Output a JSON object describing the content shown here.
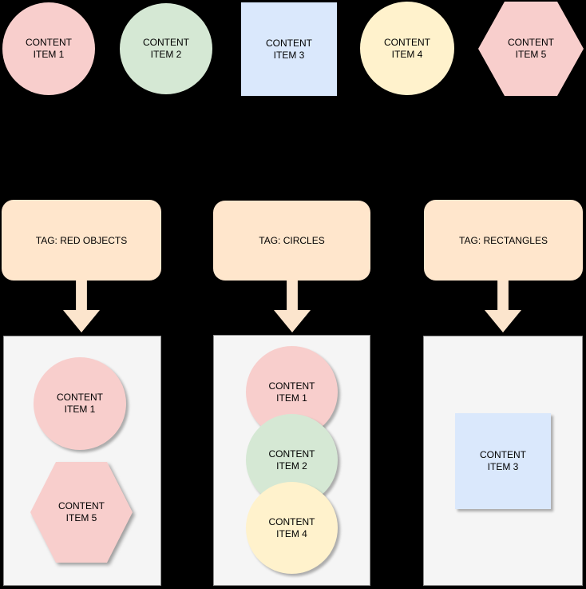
{
  "canvas": {
    "background": "#000000",
    "description": "Tagging diagram: five content items mapped into three tag groups"
  },
  "colors": {
    "pink": "#f8cecc",
    "green": "#d5e8d4",
    "blue": "#dae8fc",
    "yellow": "#fff2cc",
    "peach_tag": "#ffe6cc",
    "peach_arrow": "#fce5cd",
    "group_bg": "#f5f5f5",
    "group_border": "#8f8f8f",
    "text": "#000000"
  },
  "top_row": {
    "items": [
      {
        "name": "content-item-1",
        "label": "CONTENT\nITEM 1",
        "shape": "circle",
        "fill": "#f8cecc"
      },
      {
        "name": "content-item-2",
        "label": "CONTENT\nITEM 2",
        "shape": "circle",
        "fill": "#d5e8d4"
      },
      {
        "name": "content-item-3",
        "label": "CONTENT\nITEM 3",
        "shape": "square",
        "fill": "#dae8fc"
      },
      {
        "name": "content-item-4",
        "label": "CONTENT\nITEM 4",
        "shape": "circle",
        "fill": "#fff2cc"
      },
      {
        "name": "content-item-5",
        "label": "CONTENT\nITEM 5",
        "shape": "hexagon",
        "fill": "#f8cecc"
      }
    ]
  },
  "tags": [
    {
      "name": "tag-red-objects",
      "label": "TAG: RED OBJECTS",
      "fill": "#ffe6cc"
    },
    {
      "name": "tag-circles",
      "label": "TAG: CIRCLES",
      "fill": "#ffe6cc"
    },
    {
      "name": "tag-rectangles",
      "label": "TAG: RECTANGLES",
      "fill": "#ffe6cc"
    }
  ],
  "groups": [
    {
      "tag": "TAG: RED OBJECTS",
      "items": [
        {
          "label": "CONTENT\nITEM 1",
          "shape": "circle",
          "fill": "#f8cecc"
        },
        {
          "label": "CONTENT\nITEM 5",
          "shape": "hexagon",
          "fill": "#f8cecc"
        }
      ]
    },
    {
      "tag": "TAG: CIRCLES",
      "items": [
        {
          "label": "CONTENT\nITEM 1",
          "shape": "circle",
          "fill": "#f8cecc"
        },
        {
          "label": "CONTENT\nITEM 2",
          "shape": "circle",
          "fill": "#d5e8d4"
        },
        {
          "label": "CONTENT\nITEM 4",
          "shape": "circle",
          "fill": "#fff2cc"
        }
      ]
    },
    {
      "tag": "TAG: RECTANGLES",
      "items": [
        {
          "label": "CONTENT\nITEM 3",
          "shape": "square",
          "fill": "#dae8fc"
        }
      ]
    }
  ]
}
